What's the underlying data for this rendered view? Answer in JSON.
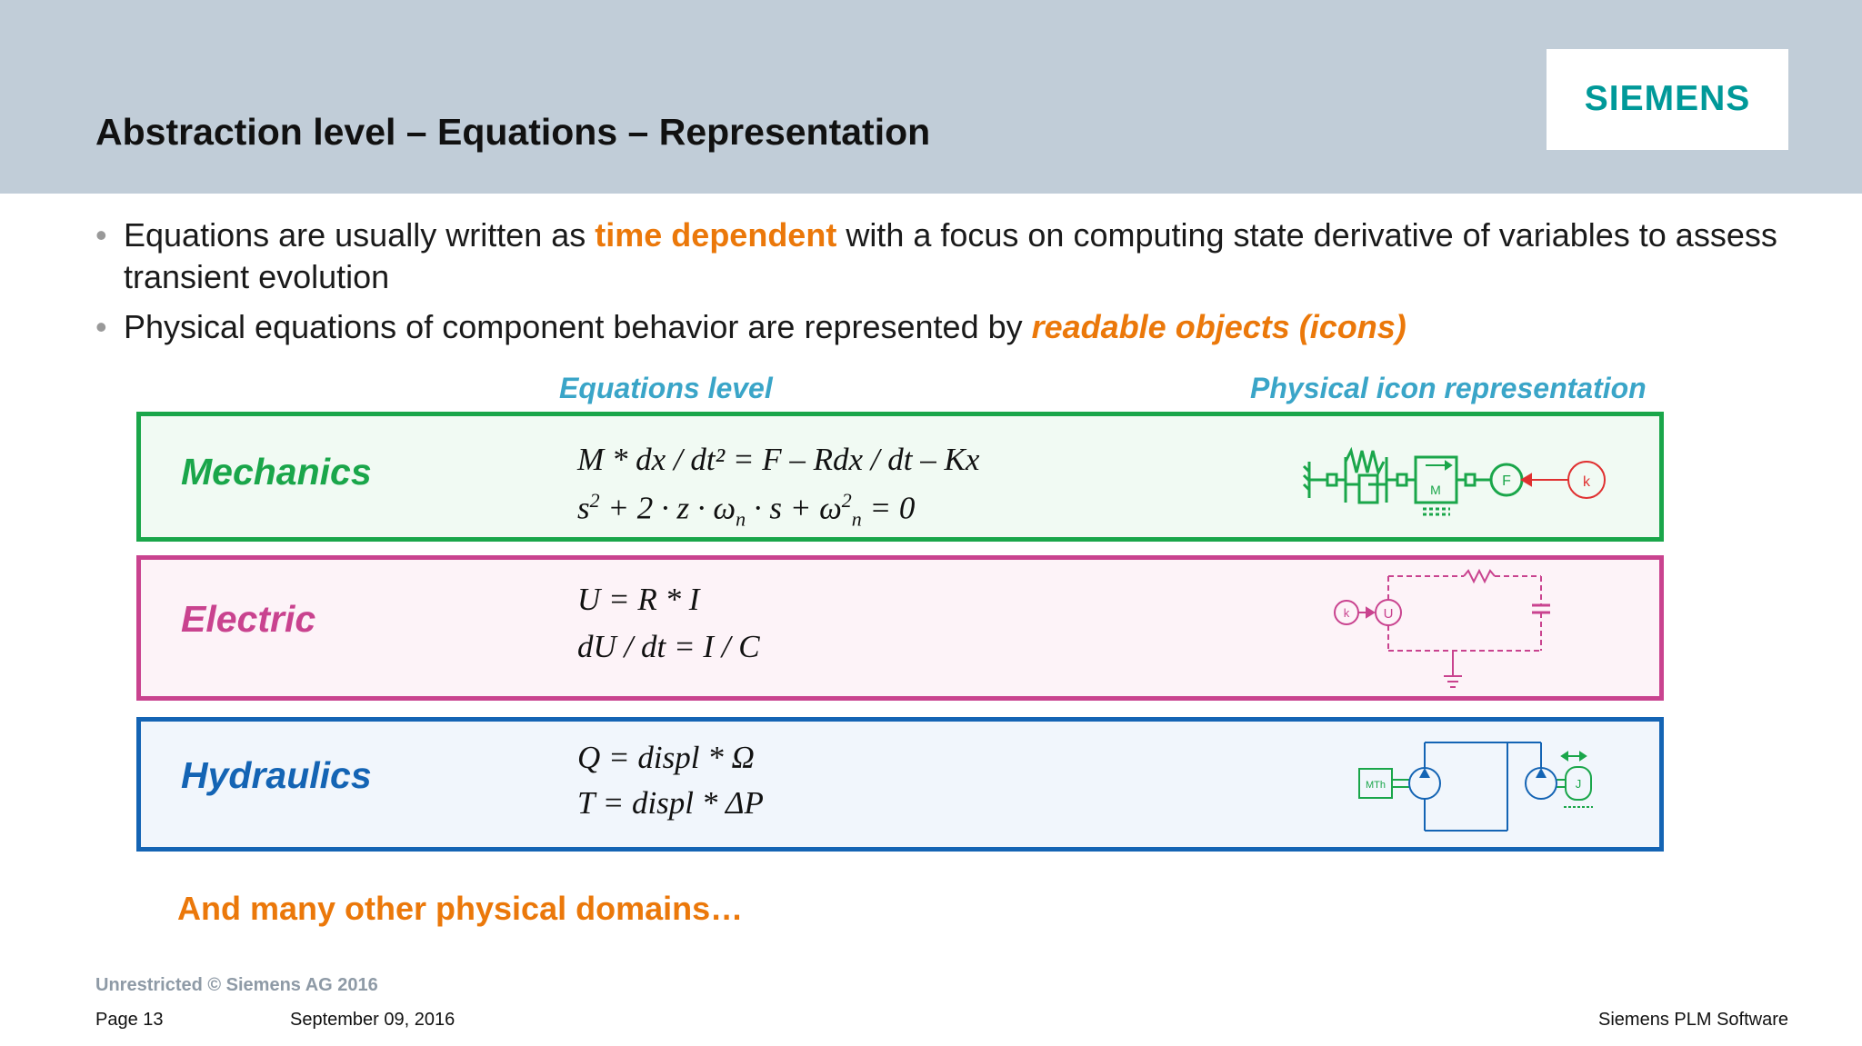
{
  "slide": {
    "title": "Abstraction level – Equations – Representation",
    "logo": "SIEMENS"
  },
  "bullets": [
    {
      "pre": "Equations are usually written as ",
      "highlight": "time dependent",
      "post": " with a focus on computing state derivative of variables to assess transient evolution"
    },
    {
      "pre": "Physical equations of component behavior are represented by ",
      "highlight": "readable objects (icons)",
      "post": ""
    }
  ],
  "columns": {
    "equations_header": "Equations level",
    "icons_header": "Physical icon representation"
  },
  "domains": {
    "mechanics": {
      "label": "Mechanics",
      "color": "#1aa64a",
      "eq1": "M * dx / dt² = F – Rdx / dt – Kx",
      "eq2_lead": "s",
      "eq2_s2": "2",
      "eq2_mid": " + 2 · z · ω",
      "eq2_sub_n1": "n",
      "eq2_mid2": " · s + ω",
      "eq2_sup2": "2",
      "eq2_sub_n2": "n",
      "eq2_tail": " = 0",
      "icon_labels": {
        "mass": "M",
        "force": "F",
        "source": "k"
      }
    },
    "electric": {
      "label": "Electric",
      "color": "#c9438f",
      "eq1": "U = R * I",
      "eq2": "dU / dt = I / C",
      "icon_labels": {
        "gain": "k",
        "voltage": "U"
      }
    },
    "hydraulics": {
      "label": "Hydraulics",
      "color": "#1464b4",
      "eq1": "Q = displ * Ω",
      "eq2": "T = displ * ΔP",
      "icon_labels": {
        "source": "MTh",
        "inertia": "J"
      }
    }
  },
  "closing": "And many other physical domains…",
  "footer": {
    "classification": "Unrestricted © Siemens AG 2016",
    "page": "Page 13",
    "date": "September 09, 2016",
    "company": "Siemens PLM Software"
  }
}
